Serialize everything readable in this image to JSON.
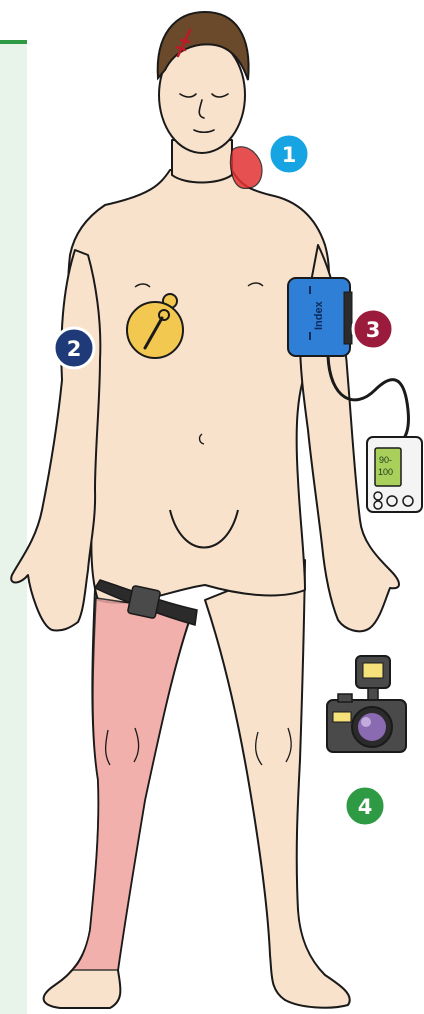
{
  "colors": {
    "skin": "#f8e2cc",
    "outline": "#1a1a1a",
    "hair": "#6a4a2a",
    "panel": "#e8f3e9",
    "panel_bar": "#2e9b44",
    "badge_1": "#16a4e2",
    "badge_2": "#1e3a78",
    "badge_3": "#9b1b3c",
    "badge_4": "#2e9b44",
    "cuff": "#2f7fd6",
    "leg_injury": "#f0a8a6",
    "neck_wound": "#e33232",
    "valve": "#f3c850",
    "monitor_screen": "#a8d05a"
  },
  "markers": [
    {
      "id": "1",
      "label": "1"
    },
    {
      "id": "2",
      "label": "2"
    },
    {
      "id": "3",
      "label": "3"
    },
    {
      "id": "4",
      "label": "4"
    }
  ],
  "cuff_label": "Index",
  "monitor": {
    "reading_line1": "90-",
    "reading_line2": "100"
  },
  "icons": [
    "chest-valve-icon",
    "bp-cuff-icon",
    "bp-monitor-icon",
    "camera-icon",
    "tourniquet-icon",
    "head-laceration-icon",
    "neck-wound-icon"
  ]
}
